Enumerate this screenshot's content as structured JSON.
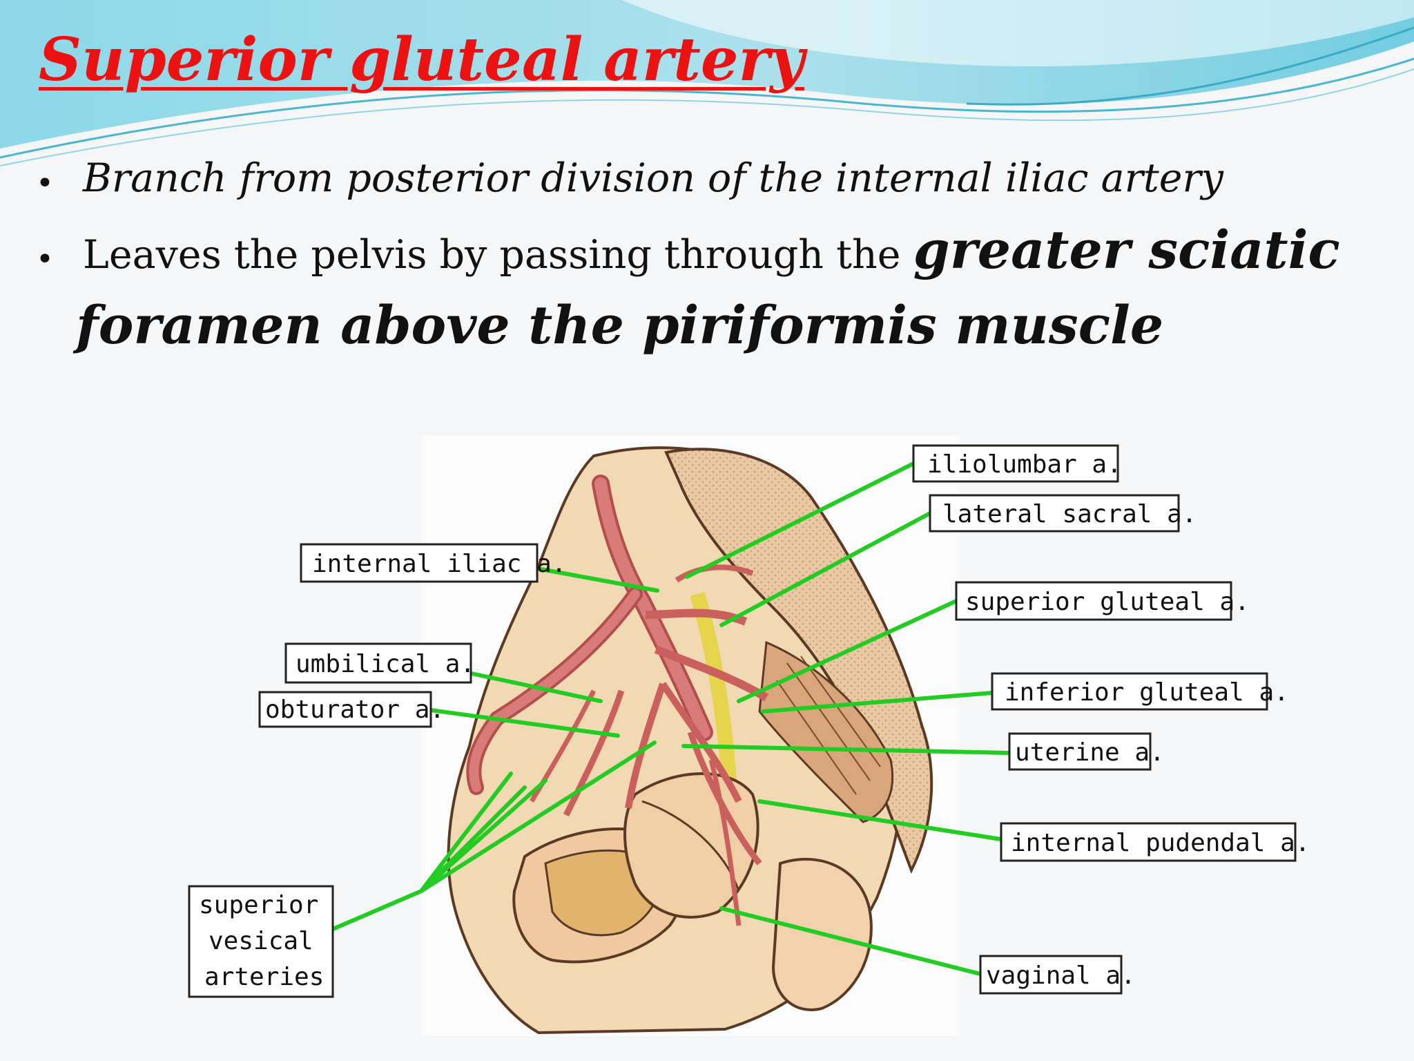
{
  "slide": {
    "title": "Superior gluteal artery",
    "bullet_symbol": "•",
    "bullets": [
      {
        "text": "Branch from posterior division of the internal iliac artery"
      },
      {
        "text_start": "Leaves the pelvis by passing through the ",
        "emphasis_line1": "greater sciatic",
        "emphasis_line2": "foramen above the piriformis muscle"
      }
    ],
    "colors": {
      "title": "#ee1111",
      "pointer_lines": "#22cc22",
      "wave": "#4fc3d9"
    }
  },
  "diagram": {
    "labels": {
      "iliolumbar": "iliolumbar a.",
      "lateral_sacral": "lateral sacral a.",
      "internal_iliac": "internal iliac a.",
      "superior_gluteal": "superior gluteal a.",
      "umbilical": "umbilical a.",
      "inferior_gluteal": "inferior gluteal a.",
      "obturator": "obturator a.",
      "uterine": "uterine a.",
      "internal_pudendal": "internal pudendal a.",
      "superior_vesical_1": "superior",
      "superior_vesical_2": "vesical",
      "superior_vesical_3": "arteries",
      "vaginal": "vaginal a."
    }
  }
}
